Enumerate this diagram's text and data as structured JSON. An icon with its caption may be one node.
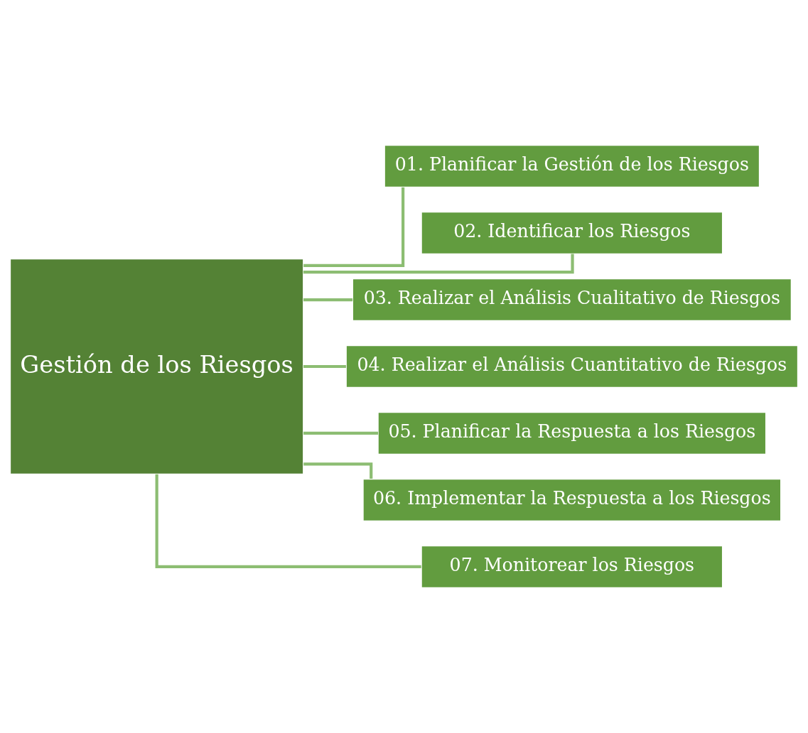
{
  "diagram": {
    "nodes": [
      {
        "text": [
          "Gestión de los Riesgos"
        ]
      },
      {
        "text": [
          "01. Planificar la Gestión de los Riesgos"
        ]
      },
      {
        "text": [
          "02. Identificar los Riesgos"
        ]
      },
      {
        "text": [
          "03. Realizar el Análisis Cualitativo de Riesgos"
        ]
      },
      {
        "text": [
          "04. Realizar el Análisis Cuantitativo de Riesgos"
        ]
      },
      {
        "text": [
          "05. Planificar la Respuesta a los Riesgos"
        ]
      },
      {
        "text": [
          "06. Implementar la Respuesta a los Riesgos"
        ]
      },
      {
        "text": [
          "07. Monitorear los Riesgos"
        ]
      }
    ],
    "edges": [
      {
        "from": 0,
        "to": 1,
        "arrow": "none"
      },
      {
        "from": 0,
        "to": 2,
        "arrow": "none"
      },
      {
        "from": 0,
        "to": 3,
        "arrow": "none"
      },
      {
        "from": 0,
        "to": 4,
        "arrow": "none"
      },
      {
        "from": 0,
        "to": 5,
        "arrow": "none"
      },
      {
        "from": 0,
        "to": 6,
        "arrow": "none"
      },
      {
        "from": 0,
        "to": 7,
        "arrow": "none"
      }
    ]
  }
}
